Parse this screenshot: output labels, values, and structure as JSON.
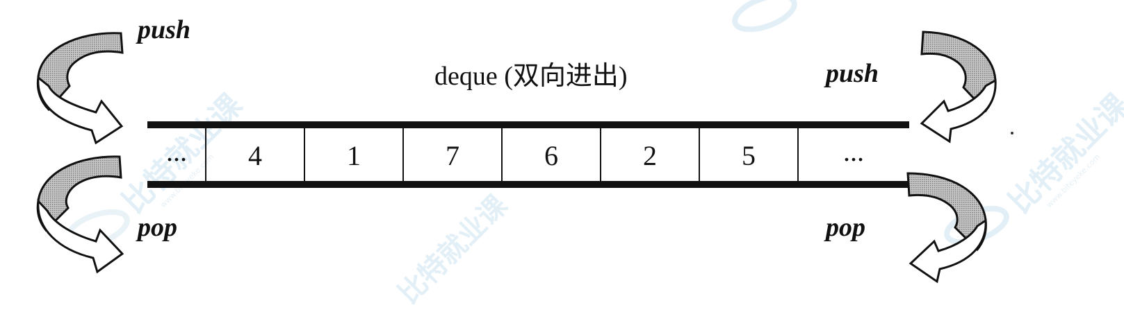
{
  "title": "deque (双向进出)",
  "labels": {
    "push_left": "push",
    "push_right": "push",
    "pop_left": "pop",
    "pop_right": "pop"
  },
  "cells": [
    "...",
    "4",
    "1",
    "7",
    "6",
    "2",
    "5",
    "..."
  ],
  "watermark": {
    "text": "比特就业课",
    "url": "www.biteyeke.com"
  },
  "colors": {
    "line": "#111111",
    "arrow_fill_shaded": "#9a9a9a",
    "arrow_fill_white": "#ffffff",
    "watermark": "#dfeef6"
  }
}
